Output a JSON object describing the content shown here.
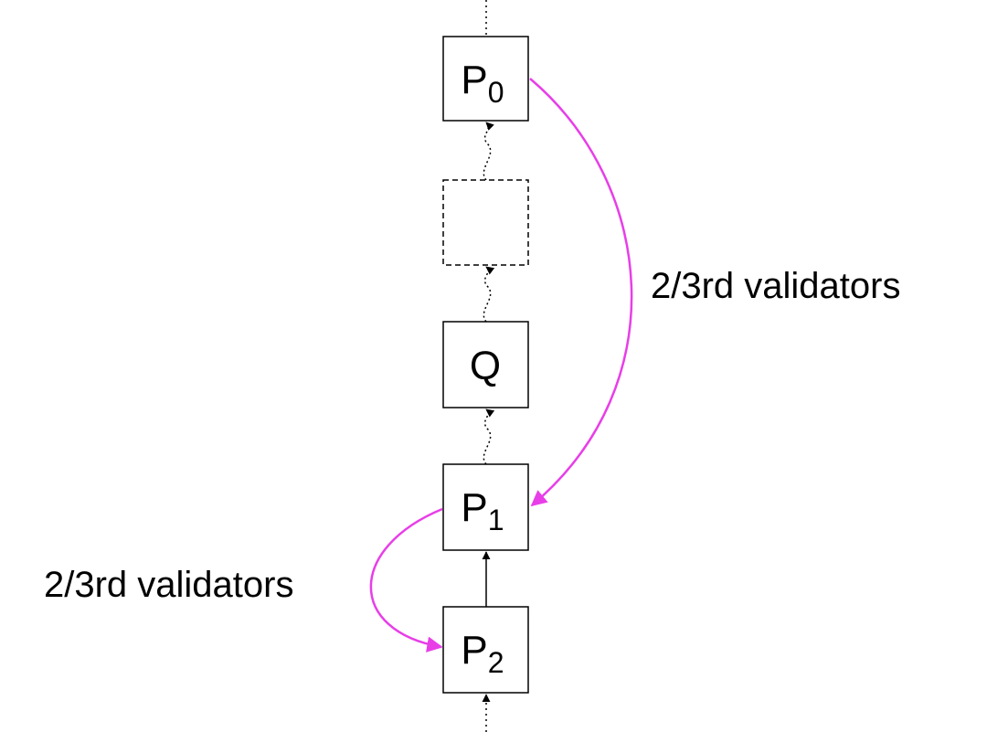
{
  "blocks": {
    "p0": {
      "base": "P",
      "sub": "0"
    },
    "q": {
      "base": "Q",
      "sub": ""
    },
    "p1": {
      "base": "P",
      "sub": "1"
    },
    "p2": {
      "base": "P",
      "sub": "2"
    }
  },
  "votes": {
    "p0_to_p1": "2/3rd validators",
    "p1_to_p2": "2/3rd validators"
  },
  "colors": {
    "vote_arrow": "#e83ee8",
    "block_stroke": "#000000"
  }
}
